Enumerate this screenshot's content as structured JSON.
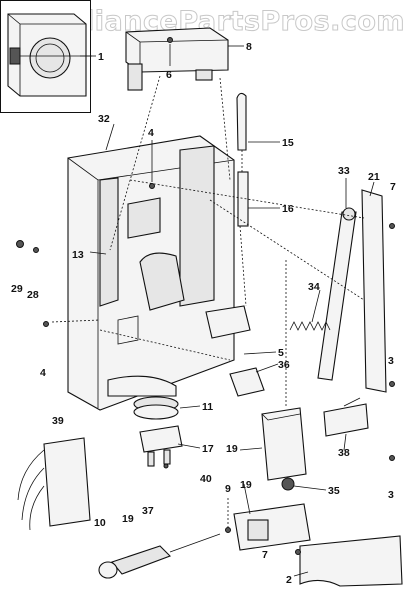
{
  "watermark": "AppliancePartsPros.com",
  "callouts": {
    "c1": "1",
    "c2": "2",
    "c3a": "3",
    "c3b": "3",
    "c4a": "4",
    "c4b": "4",
    "c5": "5",
    "c6": "6",
    "c7a": "7",
    "c7b": "7",
    "c8": "8",
    "c9": "9",
    "c10": "10",
    "c11": "11",
    "c13": "13",
    "c15": "15",
    "c16": "16",
    "c17": "17",
    "c19a": "19",
    "c19b": "19",
    "c19c": "19",
    "c21": "21",
    "c28": "28",
    "c29": "29",
    "c32": "32",
    "c33": "33",
    "c34": "34",
    "c35": "35",
    "c36": "36",
    "c37": "37",
    "c38": "38",
    "c39": "39",
    "c40": "40"
  }
}
